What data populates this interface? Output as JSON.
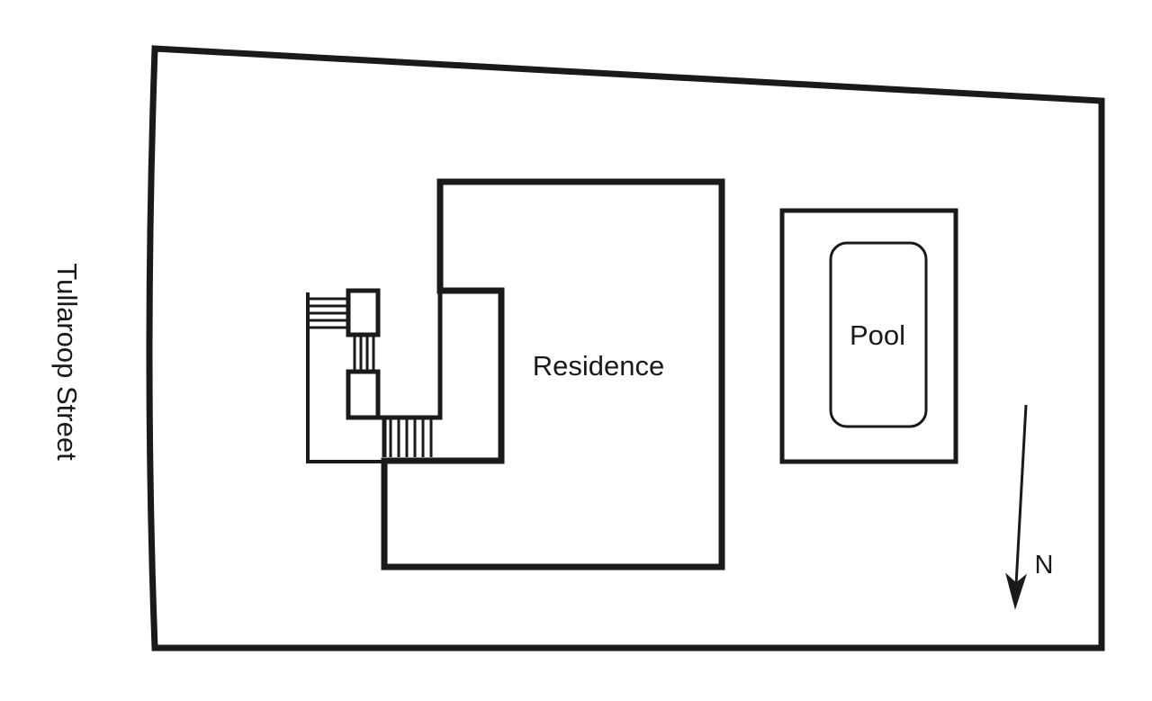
{
  "labels": {
    "street": "Tullaroop Street",
    "residence": "Residence",
    "pool": "Pool",
    "north": "N"
  },
  "colors": {
    "line": "#1a1a1a",
    "background": "#ffffff"
  },
  "icons": {
    "north_arrow": "north-arrow-icon",
    "stairs": "stairs-icon"
  }
}
